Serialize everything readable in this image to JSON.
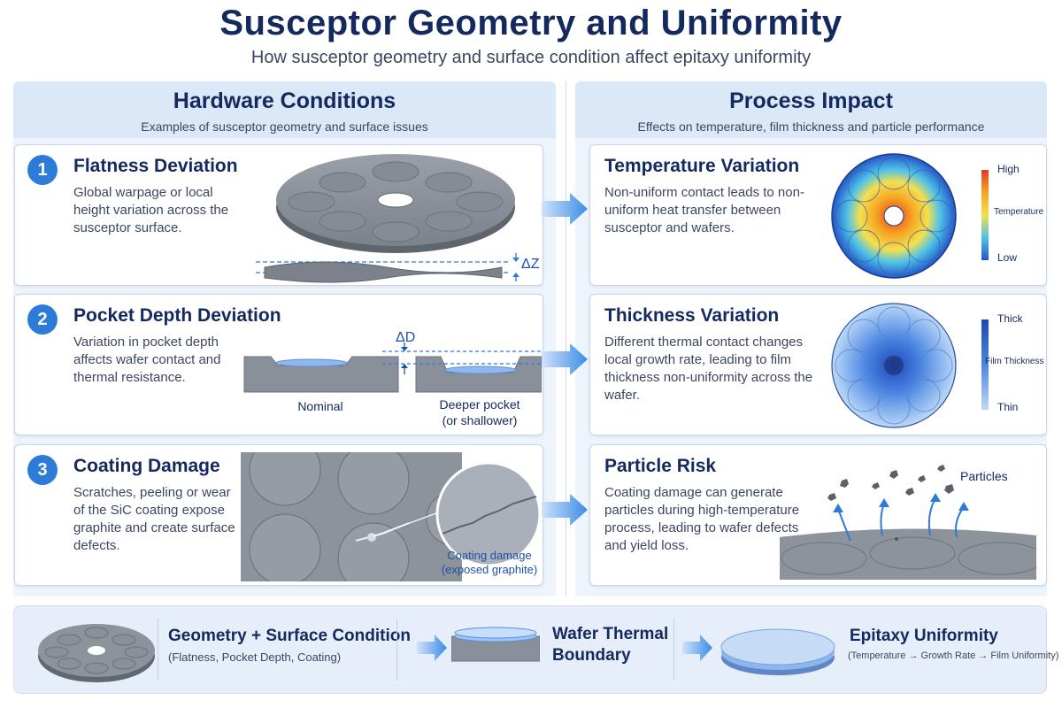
{
  "header": {
    "title": "Susceptor Geometry and Uniformity",
    "subtitle": "How susceptor geometry and surface condition affect epitaxy uniformity"
  },
  "hardware": {
    "heading": "Hardware Conditions",
    "subheading": "Examples of susceptor geometry and surface issues",
    "cards": [
      {
        "number": "1",
        "title": "Flatness Deviation",
        "desc": "Global warpage or local height variation across the susceptor surface.",
        "delta_label": "ΔZ"
      },
      {
        "number": "2",
        "title": "Pocket Depth Deviation",
        "desc": "Variation in pocket depth affects wafer contact and thermal resistance.",
        "delta_label": "ΔD",
        "nominal_label": "Nominal",
        "deeper_label": "Deeper pocket",
        "deeper_sub": "(or shallower)"
      },
      {
        "number": "3",
        "title": "Coating Damage",
        "desc": "Scratches, peeling or wear of the SiC coating expose graphite and create surface defects.",
        "callout_label": "Coating damage",
        "callout_sub": "(exposed graphite)"
      }
    ]
  },
  "process": {
    "heading": "Process Impact",
    "subheading": "Effects on temperature, film thickness and particle performance",
    "cards": [
      {
        "title": "Temperature Variation",
        "desc": "Non-uniform contact leads to non-uniform heat transfer between susceptor and wafers.",
        "legend_high": "High",
        "legend_mid": "Temperature",
        "legend_low": "Low"
      },
      {
        "title": "Thickness Variation",
        "desc": "Different thermal contact changes local growth rate, leading to film thickness non-uniformity across the wafer.",
        "legend_high": "Thick",
        "legend_mid": "Film Thickness",
        "legend_low": "Thin"
      },
      {
        "title": "Particle Risk",
        "desc": "Coating damage can generate particles during high-temperature process, leading to wafer defects and yield loss.",
        "particles_label": "Particles"
      }
    ]
  },
  "summary": {
    "step1_title": "Geometry + Surface Condition",
    "step1_sub": "(Flatness, Pocket Depth, Coating)",
    "step2_title_line1": "Wafer Thermal",
    "step2_title_line2": "Boundary",
    "step3_title": "Epitaxy Uniformity",
    "step3_sub": "(Temperature → Growth Rate → Film Uniformity)"
  },
  "colors": {
    "navy": "#14295e",
    "accent_blue": "#2d7bd9",
    "susceptor_gray": "#8a9099"
  }
}
